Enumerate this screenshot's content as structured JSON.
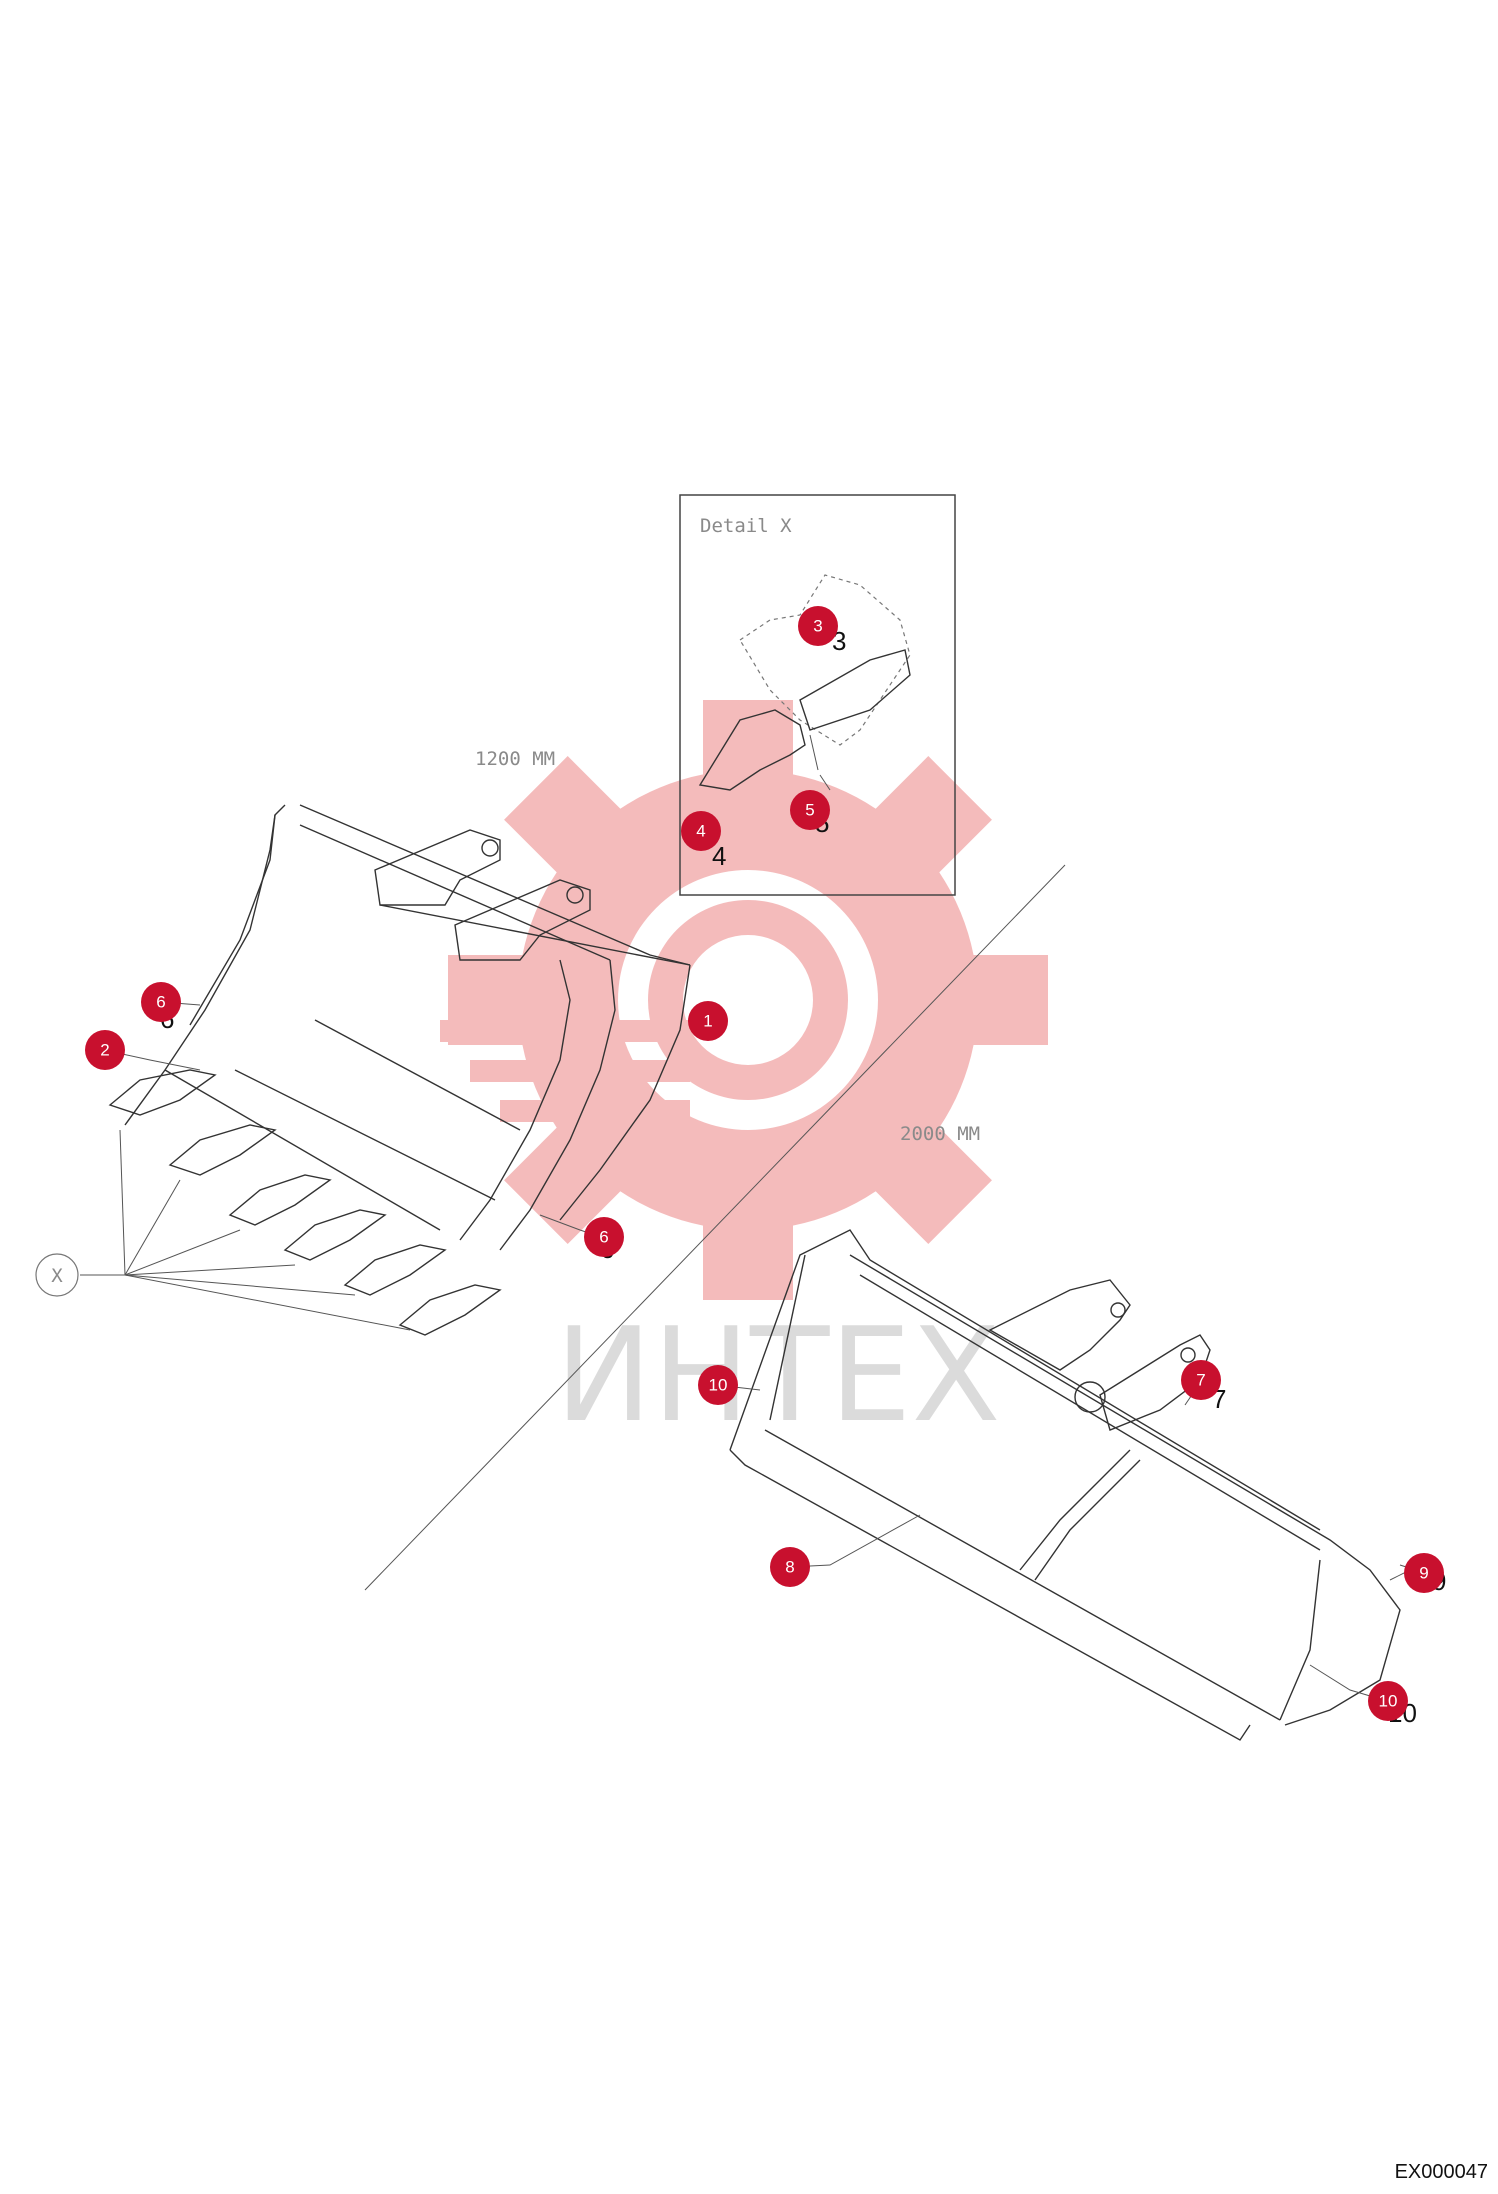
{
  "detail_label": "Detail X",
  "dimensions": {
    "bucket_width": "1200 MM",
    "ditch_bucket_width": "2000 MM"
  },
  "detail_marker": "X",
  "watermark": "ИНТЕХ",
  "diagram_code": "EX000047",
  "callouts": [
    {
      "num": "1"
    },
    {
      "num": "2"
    },
    {
      "num": "3"
    },
    {
      "num": "4"
    },
    {
      "num": "5"
    },
    {
      "num": "6"
    },
    {
      "num": "6"
    },
    {
      "num": "7"
    },
    {
      "num": "8"
    },
    {
      "num": "9"
    },
    {
      "num": "10"
    },
    {
      "num": "10"
    }
  ],
  "colors": {
    "callout": "#c8102e",
    "watermark": "#f2a0a0"
  }
}
